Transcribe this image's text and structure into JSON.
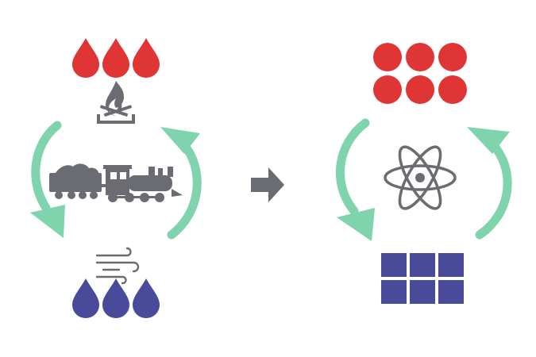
{
  "colors": {
    "hot": "#df3535",
    "cold": "#4a4a9a",
    "machine": "#6b6c71",
    "cycle_arrow": "#7fd3ad",
    "transition_arrow": "#6b6c71"
  },
  "left_panel": {
    "top_reservoir": {
      "icon": "red-droplet-icon",
      "count": 3
    },
    "heat_source_icon": "campfire-icon",
    "engine_icon": "steam-locomotive-icon",
    "exhaust_icon": "wind-icon",
    "bottom_reservoir": {
      "icon": "blue-droplet-icon",
      "count": 3
    },
    "cycle_arrows": [
      "cycle-arrow-down-left",
      "cycle-arrow-up-right"
    ]
  },
  "transition": {
    "icon": "right-arrow-icon"
  },
  "right_panel": {
    "top_reservoir": {
      "icon": "red-circle-icon",
      "rows": 2,
      "cols": 3
    },
    "engine_icon": "atom-icon",
    "bottom_reservoir": {
      "icon": "blue-square-icon",
      "rows": 2,
      "cols": 3
    },
    "cycle_arrows": [
      "cycle-arrow-down-left",
      "cycle-arrow-up-right"
    ]
  }
}
